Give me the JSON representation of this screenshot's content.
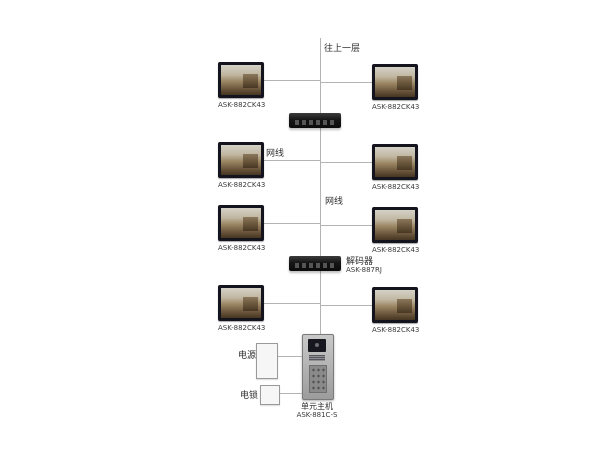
{
  "diagram": {
    "top_label": "往上一层",
    "cables": {
      "first": "网线",
      "second": "网线"
    },
    "monitors": {
      "left": [
        {
          "model": "ASK-882CK43"
        },
        {
          "model": "ASK-882CK43"
        },
        {
          "model": "ASK-882CK43"
        },
        {
          "model": "ASK-882CK43"
        }
      ],
      "right": [
        {
          "model": "ASK-882CK43"
        },
        {
          "model": "ASK-882CK43"
        },
        {
          "model": "ASK-882CK43"
        },
        {
          "model": "ASK-882CK43"
        }
      ]
    },
    "decoder": {
      "label": "解码器",
      "model": "ASK-887RJ"
    },
    "power_supply": {
      "label": "电源"
    },
    "electric_lock": {
      "label": "电锁"
    },
    "door_station": {
      "label": "单元主机",
      "model": "ASK-881C-S"
    }
  }
}
